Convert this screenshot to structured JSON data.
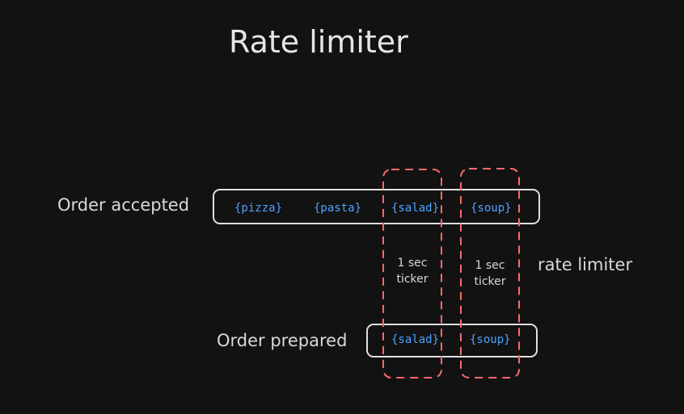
{
  "title": "Rate limiter",
  "labels": {
    "order_accepted": "Order accepted",
    "order_prepared": "Order prepared",
    "rate_limiter": "rate limiter"
  },
  "accepted_items": [
    "{pizza}",
    "{pasta}",
    "{salad}",
    "{soup}"
  ],
  "prepared_items": [
    "{salad}",
    "{soup}"
  ],
  "ticker": {
    "line1": "1 sec",
    "line2": "ticker"
  },
  "colors": {
    "background": "#121212",
    "item_text": "#4da3ff",
    "box_stroke": "#e0e0e0",
    "limiter_stroke": "#ff6b6b"
  }
}
